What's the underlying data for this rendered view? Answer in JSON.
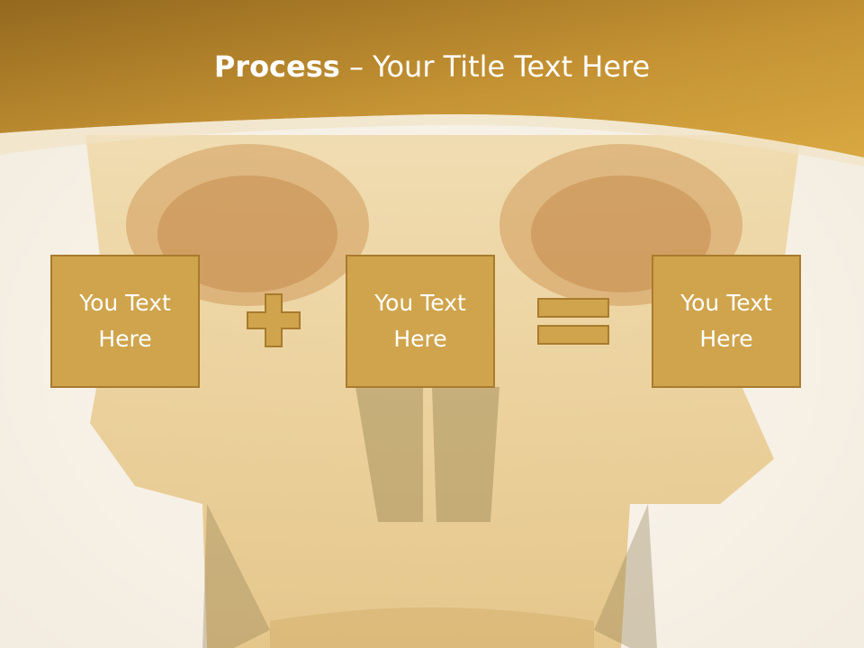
{
  "slide": {
    "title_bold": "Process",
    "title_rest": " – Your Title Text Here",
    "boxes": [
      {
        "text": "You Text\nHere"
      },
      {
        "text": "You Text\nHere"
      },
      {
        "text": "You Text\nHere"
      }
    ],
    "operators": [
      "plus-icon",
      "equals-icon"
    ]
  },
  "colors": {
    "header_dark": "#9a6f23",
    "header_light": "#d6a441",
    "box_fill": "#cfa44c",
    "box_border": "#a87b2e",
    "background": "#f7f3ea"
  }
}
